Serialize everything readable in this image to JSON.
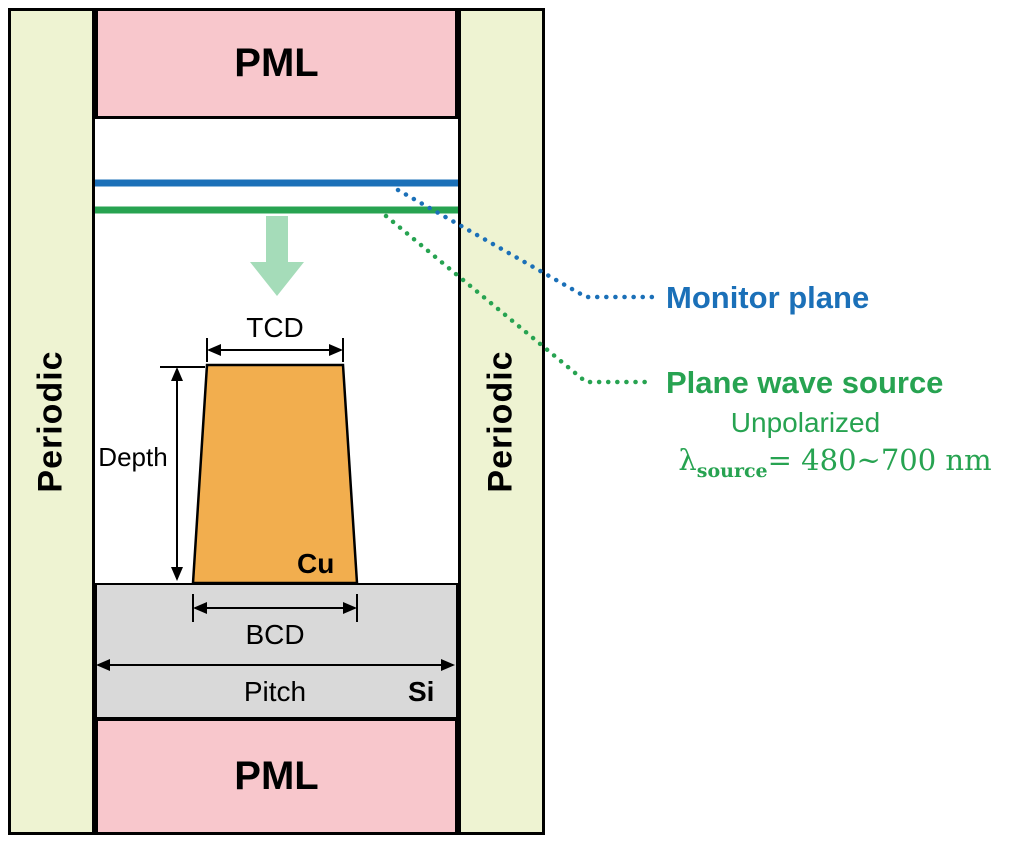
{
  "diagram": {
    "boundaries": {
      "pml_top": "PML",
      "pml_bottom": "PML",
      "periodic_left": "Periodic",
      "periodic_right": "Periodic"
    },
    "dimensions": {
      "tcd": "TCD",
      "depth": "Depth",
      "bcd": "BCD",
      "pitch": "Pitch"
    },
    "materials": {
      "cu": "Cu",
      "si": "Si"
    },
    "annotations": {
      "monitor_plane": "Monitor plane",
      "plane_wave_source": "Plane wave source",
      "unpolarized": "Unpolarized",
      "lambda_symbol": "λ",
      "lambda_subscript": "source",
      "lambda_value": "= 480~700 nm"
    },
    "colors": {
      "monitor_blue": "#1b70b8",
      "source_green": "#27a351",
      "pml_pink": "#f8c7cc",
      "periodic_yellow": "#eef3d2",
      "cu_orange": "#f2ae4e",
      "si_gray": "#d9d9d9",
      "injection_arrow_mint": "#a5dcb9"
    }
  }
}
